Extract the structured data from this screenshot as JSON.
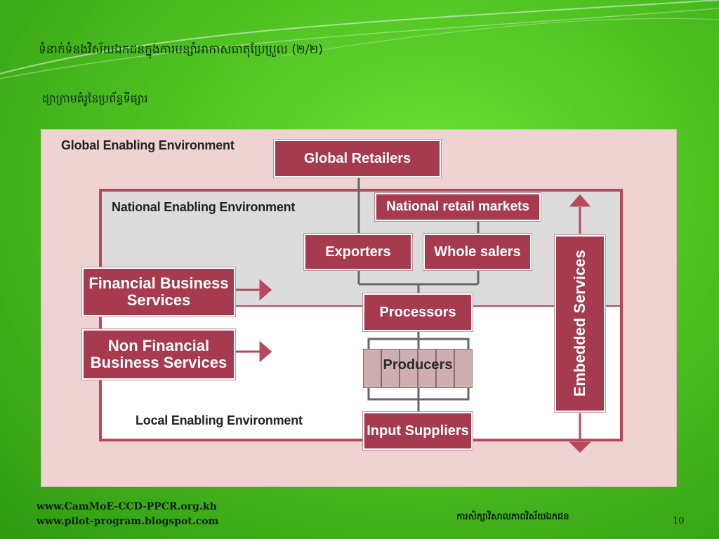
{
  "slide": {
    "title": "ទំនាក់ទំនងវិស័យឯកជនក្នុងការបន្សាំអាកាសធាតុប្រែប្រួល (២/២)",
    "subtitle": "ដ្យាក្រាមគំរូនៃប្រព័ន្ធទីផ្សារ",
    "footer_links": [
      "www.CamMoE-CCD-PPCR.org.kh",
      "www.pilot-program.blogspot.com"
    ],
    "footer_center": "ការសិក្សាវិសាលភាពវិស័យឯកជន",
    "page_number": "10"
  },
  "diagram": {
    "zones": {
      "global": "Global Enabling Environment",
      "national": "National Enabling Environment",
      "local": "Local Enabling Environment"
    },
    "boxes": {
      "global_retailers": "Global Retailers",
      "national_retail": "National retail markets",
      "exporters": "Exporters",
      "wholesalers": "Whole salers",
      "processors": "Processors",
      "producers": "Producers",
      "input_suppliers": "Input Suppliers",
      "financial": "Financial Business Services",
      "non_financial": "Non Financial Business Services",
      "embedded": "Embedded Services"
    },
    "colors": {
      "box": "#a63a4f",
      "background": "#efd3d3",
      "national_zone": "#dcdcdc"
    }
  }
}
